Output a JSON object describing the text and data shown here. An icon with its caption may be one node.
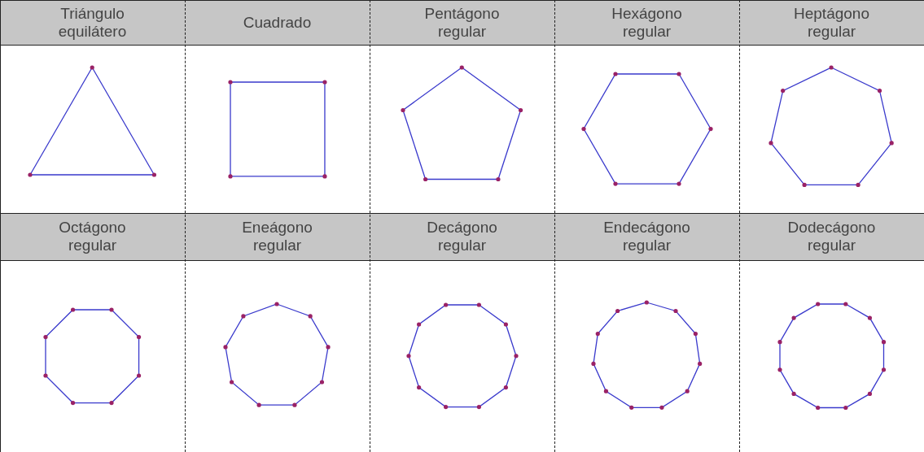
{
  "diagram": {
    "labels": [
      "Triángulo equilátero",
      "Cuadrado",
      "Pentágono regular",
      "Hexágono regular",
      "Heptágono regular",
      "Octágono regular",
      "Eneágono regular",
      "Decágono regular",
      "Endecágono regular",
      "Dodecágono regular"
    ]
  }
}
